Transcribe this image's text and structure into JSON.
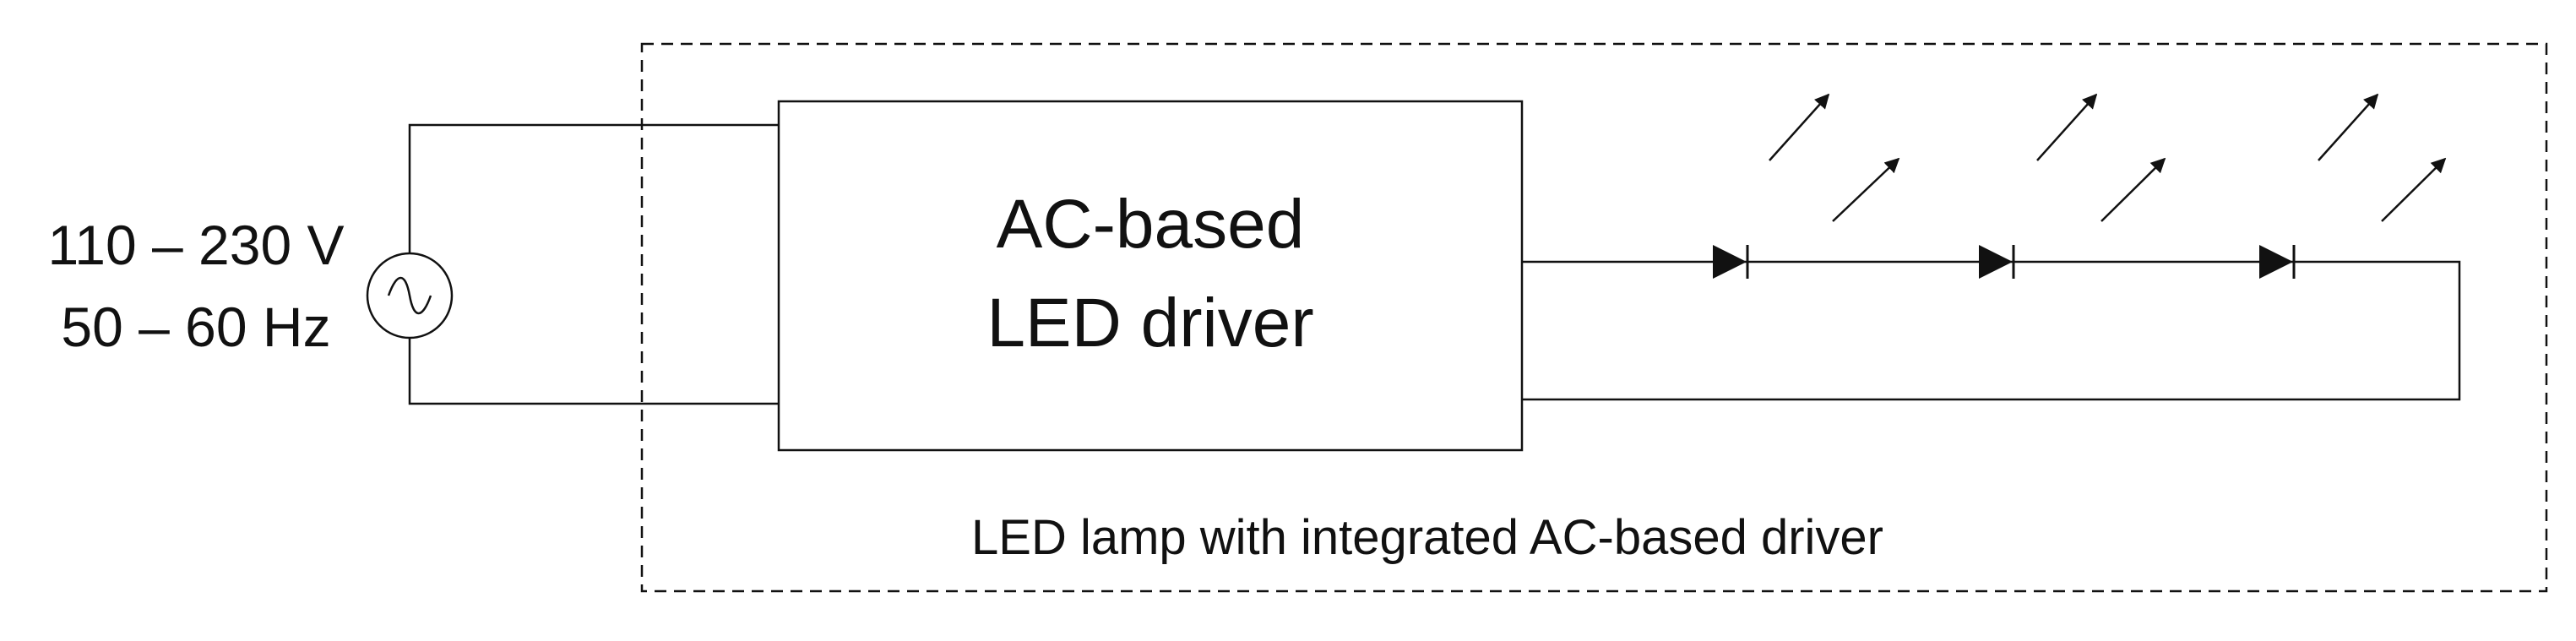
{
  "source": {
    "voltage": "110 – 230 V",
    "frequency": "50 – 60 Hz"
  },
  "driver": {
    "line1": "AC-based",
    "line2": "LED driver"
  },
  "lamp": {
    "label": "LED lamp with integrated AC-based driver"
  },
  "leds": {
    "count": 3
  },
  "colors": {
    "stroke": "#111111",
    "background": "#ffffff"
  }
}
